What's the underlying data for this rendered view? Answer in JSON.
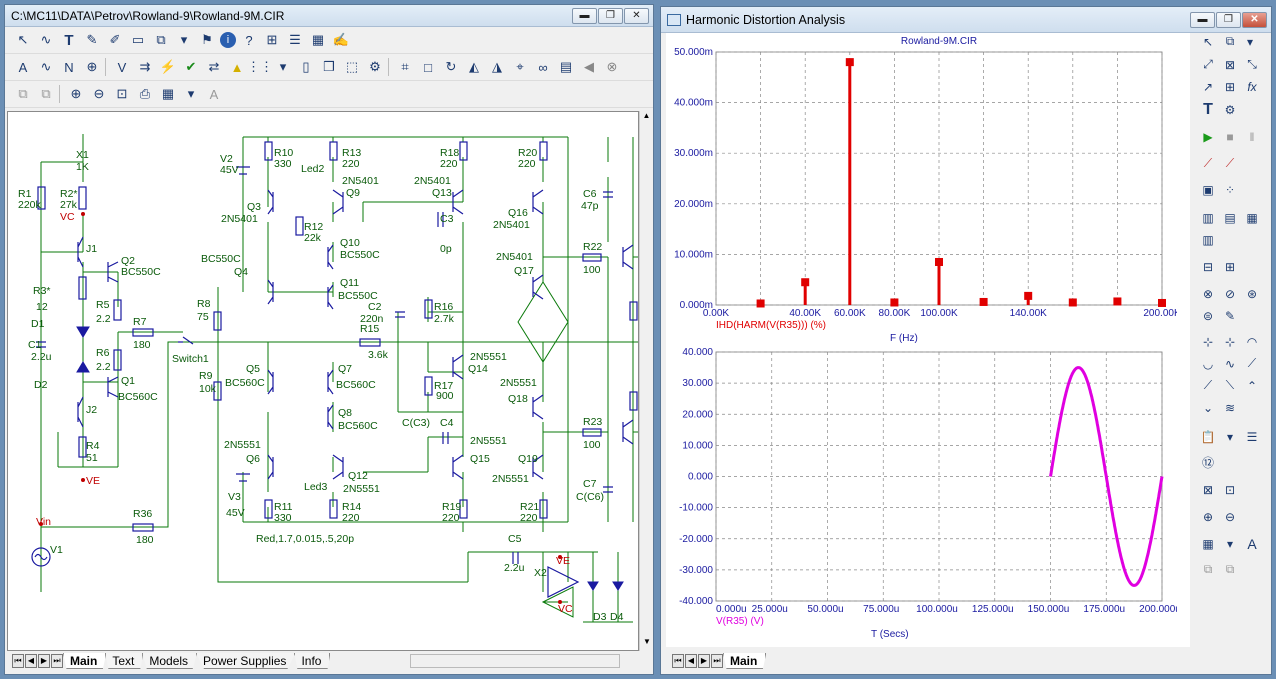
{
  "left_window": {
    "title": "C:\\MC11\\DATA\\Petrov\\Rowland-9\\Rowland-9M.CIR",
    "controls": {
      "minimize": "▬",
      "restore": "❐",
      "close": "✕"
    },
    "toolbar1_icons": [
      "pointer-icon",
      "wire-icon",
      "text-icon",
      "pencil-icon",
      "brush-icon",
      "component-icon",
      "copy-icon",
      "dropdown-icon",
      "flag-icon",
      "info-icon",
      "help-icon",
      "network-icon",
      "list-icon",
      "grid-icon",
      "edit-icon"
    ],
    "tabs": [
      "Main",
      "Text",
      "Models",
      "Power Supplies",
      "Info"
    ],
    "active_tab": "Main"
  },
  "schematic": {
    "labels": [
      {
        "t": "X1"
      },
      {
        "t": "1K"
      },
      {
        "t": "R1"
      },
      {
        "t": "220k"
      },
      {
        "t": "R2*"
      },
      {
        "t": "27k"
      },
      {
        "t": "VC"
      },
      {
        "t": "J1"
      },
      {
        "t": "Q2"
      },
      {
        "t": "BC550C"
      },
      {
        "t": "R3*"
      },
      {
        "t": "12"
      },
      {
        "t": "R5"
      },
      {
        "t": "2.2"
      },
      {
        "t": "D1"
      },
      {
        "t": "C1"
      },
      {
        "t": "2.2u"
      },
      {
        "t": "R6"
      },
      {
        "t": "2.2"
      },
      {
        "t": "R7"
      },
      {
        "t": "180"
      },
      {
        "t": "D2"
      },
      {
        "t": "Q1"
      },
      {
        "t": "BC560C"
      },
      {
        "t": "J2"
      },
      {
        "t": "R4"
      },
      {
        "t": "51"
      },
      {
        "t": "VE"
      },
      {
        "t": "Vin"
      },
      {
        "t": "R36"
      },
      {
        "t": "180"
      },
      {
        "t": "V1"
      },
      {
        "t": "V2"
      },
      {
        "t": "45V"
      },
      {
        "t": "R10"
      },
      {
        "t": "330"
      },
      {
        "t": "Led2"
      },
      {
        "t": "Q3"
      },
      {
        "t": "2N5401"
      },
      {
        "t": "R12"
      },
      {
        "t": "22k"
      },
      {
        "t": "R13"
      },
      {
        "t": "220"
      },
      {
        "t": "2N5401"
      },
      {
        "t": "Q9"
      },
      {
        "t": "Q10"
      },
      {
        "t": "BC550C"
      },
      {
        "t": "BC550C"
      },
      {
        "t": "Q4"
      },
      {
        "t": "Q11"
      },
      {
        "t": "BC550C"
      },
      {
        "t": "R8"
      },
      {
        "t": "75"
      },
      {
        "t": "Switch1"
      },
      {
        "t": "R9"
      },
      {
        "t": "10k"
      },
      {
        "t": "Q5"
      },
      {
        "t": "BC560C"
      },
      {
        "t": "Q7"
      },
      {
        "t": "BC560C"
      },
      {
        "t": "Q8"
      },
      {
        "t": "BC560C"
      },
      {
        "t": "2N5551"
      },
      {
        "t": "Q6"
      },
      {
        "t": "Q12"
      },
      {
        "t": "2N5551"
      },
      {
        "t": "Led3"
      },
      {
        "t": "V3"
      },
      {
        "t": "45V"
      },
      {
        "t": "R11"
      },
      {
        "t": "330"
      },
      {
        "t": "R14"
      },
      {
        "t": "220"
      },
      {
        "t": "Red,1.7,0.015,.5,20p"
      },
      {
        "t": "R18"
      },
      {
        "t": "220"
      },
      {
        "t": "2N5401"
      },
      {
        "t": "Q13"
      },
      {
        "t": "C3"
      },
      {
        "t": "0p"
      },
      {
        "t": "C2"
      },
      {
        "t": "220n"
      },
      {
        "t": "R15"
      },
      {
        "t": "3.6k"
      },
      {
        "t": "R16"
      },
      {
        "t": "2.7k"
      },
      {
        "t": "2N5551"
      },
      {
        "t": "Q14"
      },
      {
        "t": "R17"
      },
      {
        "t": "900"
      },
      {
        "t": "C(C3)"
      },
      {
        "t": "C4"
      },
      {
        "t": "2N5551"
      },
      {
        "t": "Q15"
      },
      {
        "t": "R19"
      },
      {
        "t": "220"
      },
      {
        "t": "R20"
      },
      {
        "t": "220"
      },
      {
        "t": "Q16"
      },
      {
        "t": "2N5401"
      },
      {
        "t": "2N5401"
      },
      {
        "t": "Q17"
      },
      {
        "t": "2N5551"
      },
      {
        "t": "Q18"
      },
      {
        "t": "Q19"
      },
      {
        "t": "2N5551"
      },
      {
        "t": "R21"
      },
      {
        "t": "220"
      },
      {
        "t": "C6"
      },
      {
        "t": "47p"
      },
      {
        "t": "R22"
      },
      {
        "t": "100"
      },
      {
        "t": "R23"
      },
      {
        "t": "100"
      },
      {
        "t": "C7"
      },
      {
        "t": "C(C6)"
      },
      {
        "t": "C5"
      },
      {
        "t": "2.2u"
      },
      {
        "t": "VE"
      },
      {
        "t": "X2"
      },
      {
        "t": "VC"
      },
      {
        "t": "D3"
      },
      {
        "t": "D4"
      }
    ]
  },
  "right_window": {
    "title": "Harmonic Distortion Analysis",
    "controls": {
      "minimize": "▬",
      "restore": "❐",
      "close": "✕"
    },
    "tabs": [
      "Main"
    ],
    "active_tab": "Main"
  },
  "chart_data": [
    {
      "type": "bar",
      "title": "Rowland-9M.CIR",
      "xlabel": "F (Hz)",
      "series": [
        {
          "name": "IHD(HARM(V(R35))) (%)",
          "color": "#e00000"
        }
      ],
      "x": [
        20000,
        40000,
        60000,
        80000,
        100000,
        120000,
        140000,
        160000,
        180000,
        200000
      ],
      "values": [
        0.3,
        4.5,
        48.0,
        0.5,
        8.5,
        0.6,
        1.8,
        0.5,
        0.7,
        0.4
      ],
      "xlim": [
        0,
        200000
      ],
      "ylim": [
        0,
        0.05
      ],
      "xticks": [
        "0.00K",
        "40.00K",
        "60.00K",
        "80.00K",
        "100.00K",
        "140.00K",
        "200.00K"
      ],
      "xtick_values": [
        0,
        40000,
        60000,
        80000,
        100000,
        140000,
        200000
      ],
      "yticks": [
        "0.000m",
        "10.000m",
        "20.000m",
        "30.000m",
        "40.000m",
        "50.000m"
      ],
      "grid": true
    },
    {
      "type": "line",
      "xlabel": "T (Secs)",
      "series": [
        {
          "name": "V(R35) (V)",
          "color": "#e000e0"
        }
      ],
      "xlim": [
        0,
        0.0002
      ],
      "ylim": [
        -40,
        40
      ],
      "xticks": [
        "0.000u",
        "25.000u",
        "50.000u",
        "75.000u",
        "100.000u",
        "125.000u",
        "150.000u",
        "175.000u",
        "200.000u"
      ],
      "yticks": [
        "40.000",
        "30.000",
        "20.000",
        "10.000",
        "0.000",
        "-10.000",
        "-20.000",
        "-30.000",
        "-40.000"
      ],
      "wave": {
        "t_start": 0.00015,
        "t_end": 0.0002,
        "amplitude": 35,
        "freq_hz": 20000
      },
      "grid": true
    }
  ]
}
